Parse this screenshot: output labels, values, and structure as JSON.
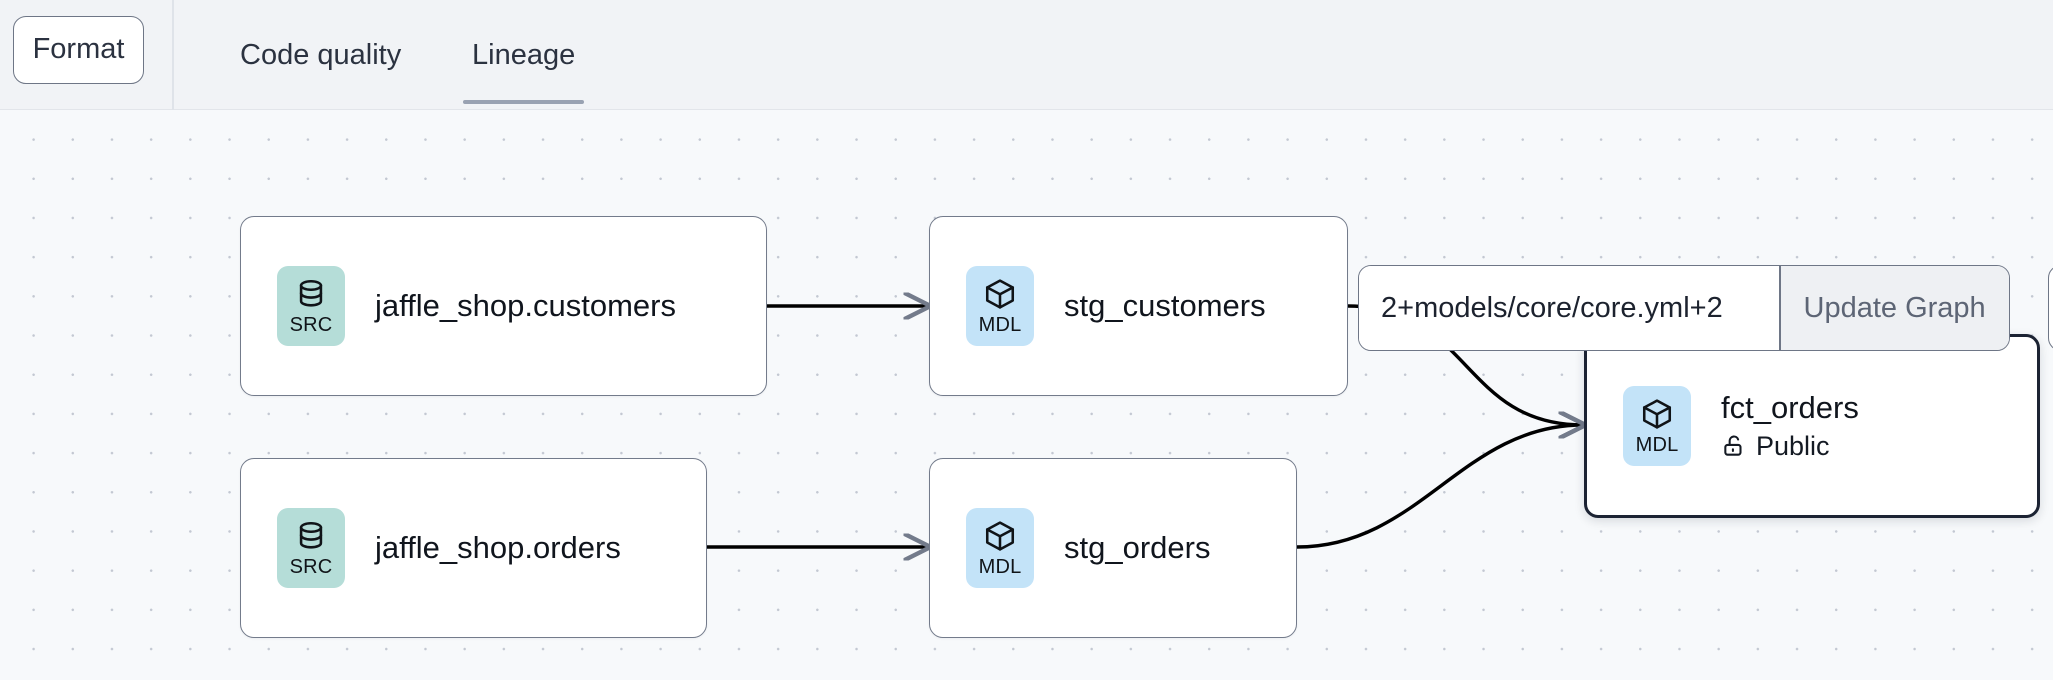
{
  "toolbar": {
    "format_label": "Format",
    "tabs": [
      {
        "label": "Code quality",
        "active": false
      },
      {
        "label": "Lineage",
        "active": true
      }
    ]
  },
  "selector": {
    "value": "2+models/core/core.yml+2",
    "placeholder": "2+models/core/core.yml+2",
    "update_label": "Update Graph"
  },
  "graph": {
    "nodes": [
      {
        "id": "src_customers",
        "badge": "SRC",
        "badge_icon": "database-icon",
        "title": "jaffle_shop.customers",
        "subtitle": null,
        "selected": false
      },
      {
        "id": "src_orders",
        "badge": "SRC",
        "badge_icon": "database-icon",
        "title": "jaffle_shop.orders",
        "subtitle": null,
        "selected": false
      },
      {
        "id": "stg_customers",
        "badge": "MDL",
        "badge_icon": "cube-icon",
        "title": "stg_customers",
        "subtitle": null,
        "selected": false
      },
      {
        "id": "stg_orders",
        "badge": "MDL",
        "badge_icon": "cube-icon",
        "title": "stg_orders",
        "subtitle": null,
        "selected": false
      },
      {
        "id": "fct_orders",
        "badge": "MDL",
        "badge_icon": "cube-icon",
        "title": "fct_orders",
        "subtitle": "Public",
        "subtitle_icon": "unlock-icon",
        "selected": true
      }
    ],
    "edges": [
      {
        "from": "src_customers",
        "to": "stg_customers"
      },
      {
        "from": "src_orders",
        "to": "stg_orders"
      },
      {
        "from": "stg_customers",
        "to": "fct_orders"
      },
      {
        "from": "stg_orders",
        "to": "fct_orders"
      }
    ]
  },
  "colors": {
    "src_badge": "#b5ddd8",
    "mdl_badge": "#c3e3f8",
    "canvas": "#f7f9fb",
    "toolbar": "#f1f3f6",
    "selected_border": "#1c2333",
    "tab_underline": "#99a2b2",
    "edge": "#000000"
  }
}
